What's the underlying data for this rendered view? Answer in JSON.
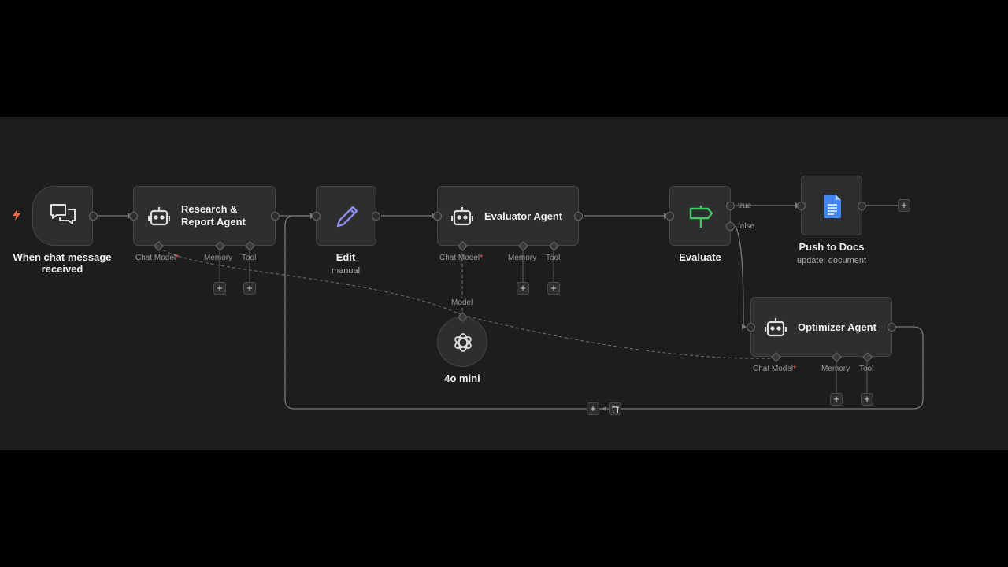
{
  "nodes": {
    "trigger": {
      "label": "When chat message received"
    },
    "research": {
      "label": "Research &\nReport Agent",
      "chat_model": "Chat Model",
      "memory": "Memory",
      "tool": "Tool"
    },
    "edit": {
      "label": "Edit",
      "sub": "manual"
    },
    "evaluator": {
      "label": "Evaluator Agent",
      "chat_model": "Chat Model",
      "memory": "Memory",
      "tool": "Tool"
    },
    "model": {
      "label": "4o mini",
      "port_label": "Model"
    },
    "evaluate": {
      "label": "Evaluate",
      "true_label": "true",
      "false_label": "false"
    },
    "docs": {
      "label": "Push to Docs",
      "sub": "update: document"
    },
    "optimizer": {
      "label": "Optimizer Agent",
      "chat_model": "Chat Model",
      "memory": "Memory",
      "tool": "Tool"
    }
  },
  "symbols": {
    "required": "*",
    "plus": "+"
  },
  "icons": [
    "lightning-icon",
    "chat-bubbles-icon",
    "robot-icon",
    "pencil-icon",
    "signpost-icon",
    "google-docs-icon",
    "openai-icon",
    "trash-icon"
  ],
  "colors": {
    "trigger_bolt": "#ff6d3a",
    "pencil": "#8b8bf0",
    "signpost": "#44c767",
    "docs": "#4285f4"
  }
}
